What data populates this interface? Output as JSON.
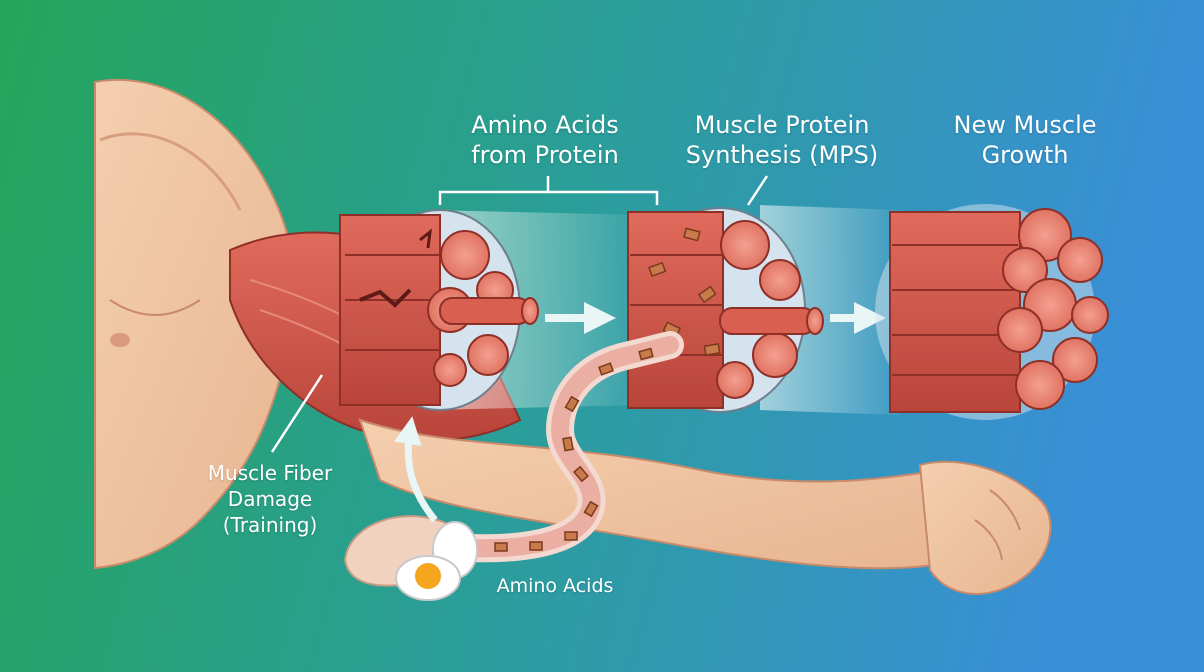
{
  "labels": {
    "amino_from_protein": {
      "line1": "Amino Acids",
      "line2": "from Protein"
    },
    "mps": {
      "line1": "Muscle Protein",
      "line2": "Synthesis (MPS)"
    },
    "new_growth": {
      "line1": "New Muscle",
      "line2": "Growth"
    },
    "fiber_damage": {
      "line1": "Muscle Fiber",
      "line2": "Damage",
      "line3": "(Training)"
    },
    "amino_acids": "Amino Acids"
  },
  "colors": {
    "background_left": "#25a55a",
    "background_mid": "#2a9e98",
    "background_right": "#3a8fd8",
    "skin": "#f2c9a6",
    "skin_shadow": "#e3a98a",
    "muscle": "#d65a4e",
    "muscle_dark": "#a9372f",
    "fiber_end": "#f08a78",
    "connective": "#c4d9ea",
    "arrow": "#e8f6f6",
    "text": "#ffffff"
  },
  "icons": [
    "chicken-breast-icon",
    "boiled-egg-icon",
    "amino-acid-block-icon"
  ]
}
